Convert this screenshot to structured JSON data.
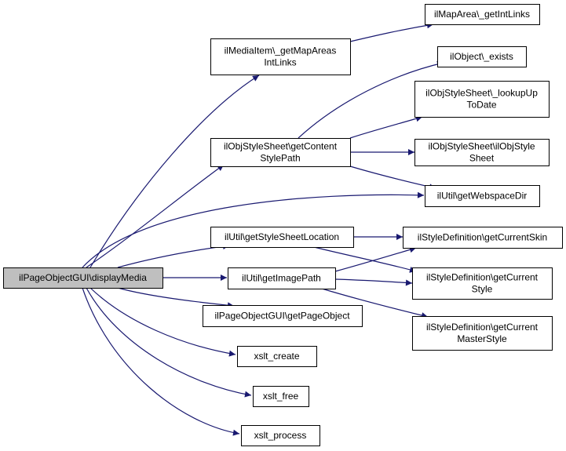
{
  "colors": {
    "edge": "#191970",
    "node_border": "#000000",
    "root_fill": "#bfbfbf",
    "node_fill": "#ffffff",
    "text": "#000000"
  },
  "nodes": [
    {
      "id": "root",
      "lines": [
        "ilPageObjectGUI\\displayMedia"
      ],
      "root": true
    },
    {
      "id": "getmapareas",
      "lines": [
        "ilMediaItem\\_getMapAreas",
        "IntLinks"
      ]
    },
    {
      "id": "mapareaintlinks",
      "lines": [
        "ilMapArea\\_getIntLinks"
      ]
    },
    {
      "id": "objexists",
      "lines": [
        "ilObject\\_exists"
      ]
    },
    {
      "id": "getcontentstylepath",
      "lines": [
        "ilObjStyleSheet\\getContent",
        "StylePath"
      ]
    },
    {
      "id": "lookupuptodate",
      "lines": [
        "ilObjStyleSheet\\_lookupUp",
        "ToDate"
      ]
    },
    {
      "id": "ilobjstylesheet",
      "lines": [
        "ilObjStyleSheet\\ilObjStyle",
        "Sheet"
      ]
    },
    {
      "id": "getwebspacedir",
      "lines": [
        "ilUtil\\getWebspaceDir"
      ]
    },
    {
      "id": "getstylesheetlocation",
      "lines": [
        "ilUtil\\getStyleSheetLocation"
      ]
    },
    {
      "id": "getcurrentskin",
      "lines": [
        "ilStyleDefinition\\getCurrentSkin"
      ]
    },
    {
      "id": "getimagepath",
      "lines": [
        "ilUtil\\getImagePath"
      ]
    },
    {
      "id": "getcurrentstyle",
      "lines": [
        "ilStyleDefinition\\getCurrent",
        "Style"
      ]
    },
    {
      "id": "getpageobject",
      "lines": [
        "ilPageObjectGUI\\getPageObject"
      ]
    },
    {
      "id": "getcurrentmasterstyle",
      "lines": [
        "ilStyleDefinition\\getCurrent",
        "MasterStyle"
      ]
    },
    {
      "id": "xsltcreate",
      "lines": [
        "xslt_create"
      ]
    },
    {
      "id": "xsltfree",
      "lines": [
        "xslt_free"
      ]
    },
    {
      "id": "xsltprocess",
      "lines": [
        "xslt_process"
      ]
    }
  ],
  "edges": [
    {
      "from": "root",
      "to": "getmapareas"
    },
    {
      "from": "root",
      "to": "getcontentstylepath"
    },
    {
      "from": "root",
      "to": "getwebspacedir"
    },
    {
      "from": "root",
      "to": "getstylesheetlocation"
    },
    {
      "from": "root",
      "to": "getimagepath"
    },
    {
      "from": "root",
      "to": "getpageobject"
    },
    {
      "from": "root",
      "to": "xsltcreate"
    },
    {
      "from": "root",
      "to": "xsltfree"
    },
    {
      "from": "root",
      "to": "xsltprocess"
    },
    {
      "from": "getmapareas",
      "to": "mapareaintlinks"
    },
    {
      "from": "getcontentstylepath",
      "to": "objexists"
    },
    {
      "from": "getcontentstylepath",
      "to": "lookupuptodate"
    },
    {
      "from": "getcontentstylepath",
      "to": "ilobjstylesheet"
    },
    {
      "from": "getcontentstylepath",
      "to": "getwebspacedir"
    },
    {
      "from": "getstylesheetlocation",
      "to": "getcurrentskin"
    },
    {
      "from": "getstylesheetlocation",
      "to": "getcurrentstyle"
    },
    {
      "from": "getimagepath",
      "to": "getcurrentskin"
    },
    {
      "from": "getimagepath",
      "to": "getcurrentstyle"
    },
    {
      "from": "getimagepath",
      "to": "getcurrentmasterstyle"
    }
  ]
}
